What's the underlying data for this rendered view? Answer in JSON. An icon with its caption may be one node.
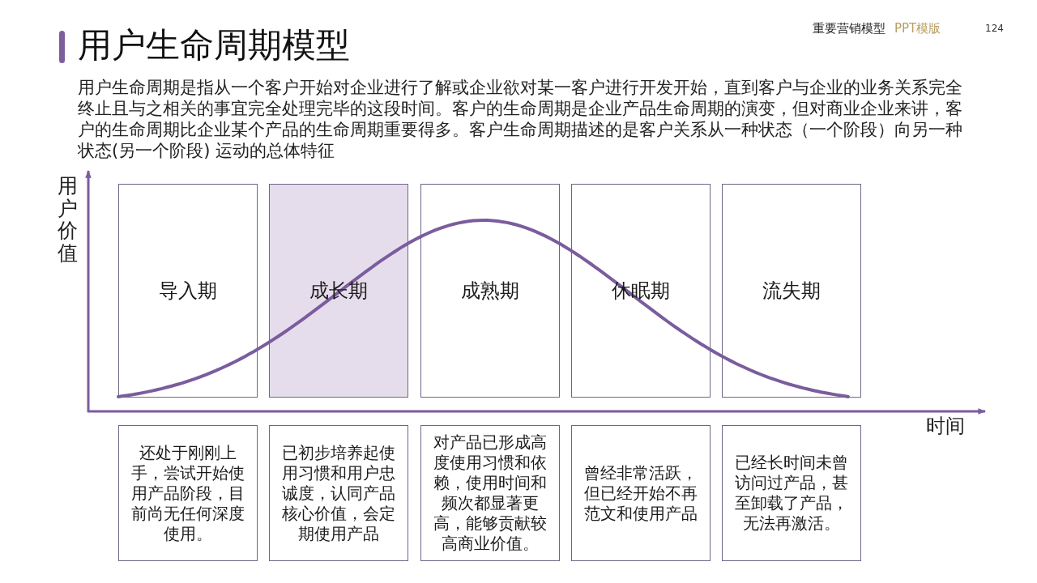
{
  "diagram": {
    "title": "用户生命周期模型",
    "nodes": [
      {
        "text": [
          "导入期"
        ]
      },
      {
        "text": [
          "成长期"
        ]
      },
      {
        "text": [
          "成熟期"
        ]
      },
      {
        "text": [
          "休眠期"
        ]
      },
      {
        "text": [
          "流失期"
        ]
      },
      {
        "text": [
          "还处于刚刚上手，尝试开始使用产品阶段，目前尚无任何深度使用。"
        ]
      },
      {
        "text": [
          "已初步培养起使用习惯和用户忠诚度，认同产品核心价值，会定期使用产品"
        ]
      },
      {
        "text": [
          "对产品已形成高度使用习惯和依赖，使用时间和频次都显著更高，能够贡献较高商业价值。"
        ]
      },
      {
        "text": [
          "曾经非常活跃，但已经开始不再范文和使用产品"
        ]
      },
      {
        "text": [
          "已经长时间未曾访问过产品，甚至卸载了产品，无法再激活。"
        ]
      }
    ],
    "labels": [
      "重要营销模型",
      "PPT模版",
      "124",
      "用户生命周期是指从一个客户开始对企业进行了解或企业欲对某一客户进行开发开始，直到客户与企业的业务关系完全终止且与之相关的事宜完全处理完毕的这段时间。客户的生命周期是企业产品生命周期的演变，但对商业企业来讲，客户的生命周期比企业某个产品的生命周期重要得多。客户生命周期描述的是客户关系从一种状态（一个阶段）向另一种状态(另一个阶段) 运动的总体特征",
      "用户价值",
      "时间"
    ]
  }
}
